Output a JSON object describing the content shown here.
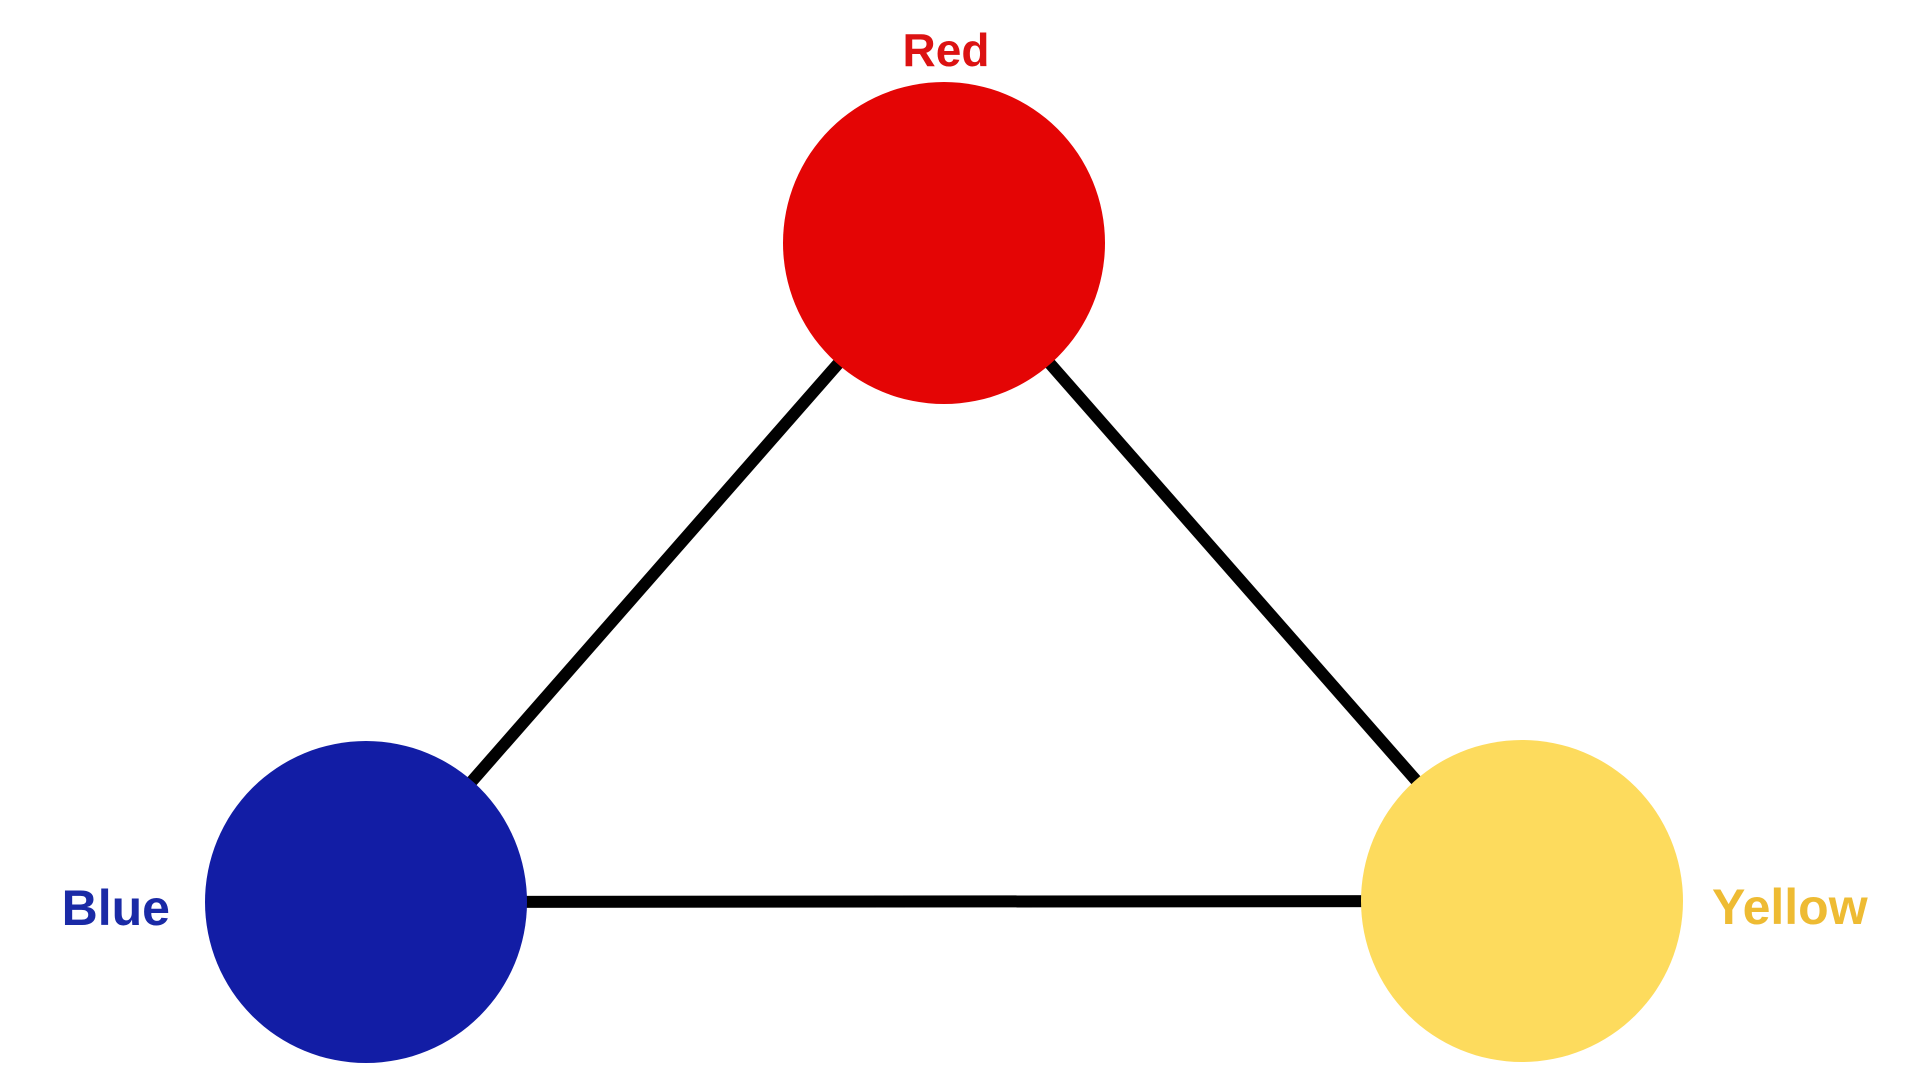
{
  "background": "#ffffff",
  "diagram": {
    "description": "Primary colors triangle diagram",
    "edge_color": "#010101",
    "nodes": {
      "red": {
        "label": "Red",
        "fill": "#e40505",
        "label_color": "#dc1212",
        "position": "top-center"
      },
      "blue": {
        "label": "Blue",
        "fill": "#121da5",
        "label_color": "#1a2aa6",
        "position": "bottom-left"
      },
      "yellow": {
        "label": "Yellow",
        "fill": "#fddb5d",
        "label_color": "#eebb33",
        "position": "bottom-right"
      }
    },
    "edges": [
      {
        "from": "Red",
        "to": "Blue"
      },
      {
        "from": "Red",
        "to": "Yellow"
      },
      {
        "from": "Blue",
        "to": "Yellow"
      }
    ]
  }
}
